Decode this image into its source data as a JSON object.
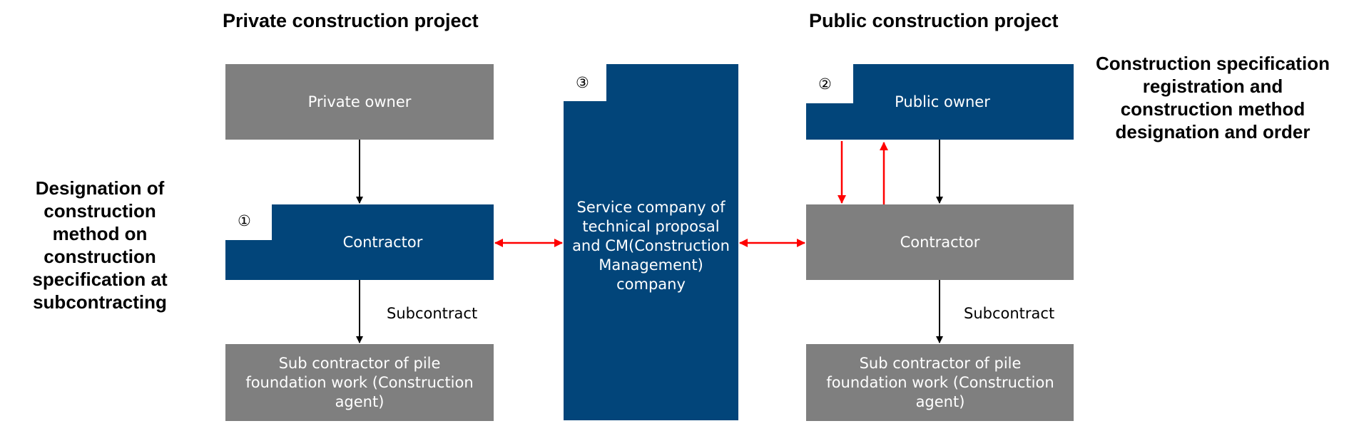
{
  "headings": {
    "private_project": "Private construction project",
    "public_project": "Public construction project"
  },
  "notes": {
    "left": "Designation of construction method on construction specification at subcontracting",
    "right": "Construction specification registration and construction method designation and order"
  },
  "boxes": {
    "private_owner": "Private owner",
    "private_contractor": "Contractor",
    "private_sub": "Sub contractor of pile foundation work (Construction agent)",
    "service_company": "Service company of technical proposal and CM(Construction Management) company",
    "public_owner": "Public owner",
    "public_contractor": "Contractor",
    "public_sub": "Sub contractor of pile foundation work (Construction agent)"
  },
  "markers": {
    "one": "①",
    "two": "②",
    "three": "③"
  },
  "edge_labels": {
    "private_subcontract": "Subcontract",
    "public_subcontract": "Subcontract"
  },
  "colors": {
    "blue": "#02457a",
    "gray": "#7f7f7f",
    "red": "#ff0000",
    "black": "#000000"
  }
}
